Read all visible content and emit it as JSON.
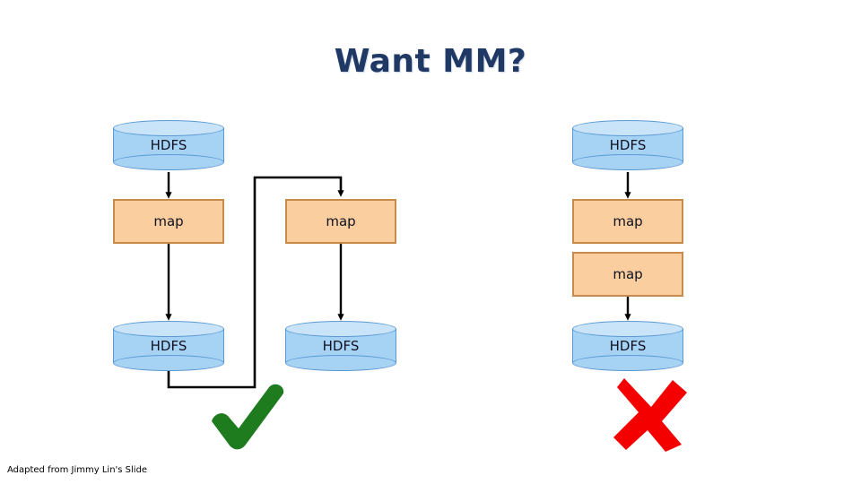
{
  "slide": {
    "title": "Want MM?",
    "footer": "Adapted from Jimmy Lin's Slide",
    "background": "#FFFFFF",
    "title_color": "#1F3864"
  },
  "palette": {
    "cylinder_fill": "#A6D2F4",
    "cylinder_top_fill": "#C9E3F8",
    "cylinder_stroke": "#5B9BD5",
    "map_fill": "#FACE9E",
    "map_stroke": "#C68B4A",
    "wire_stroke": "#000000",
    "check_color": "#1E7B1E",
    "cross_color": "#F50000"
  },
  "diagram": {
    "columns": [
      {
        "id": "left-pipeline",
        "name": "left-column",
        "verdict": "check",
        "nodes": [
          {
            "type": "hdfs",
            "label": "HDFS"
          },
          {
            "type": "map",
            "label": "map"
          },
          {
            "type": "hdfs",
            "label": "HDFS"
          }
        ]
      },
      {
        "id": "middle-pipeline",
        "name": "middle-column",
        "verdict": "none",
        "nodes": [
          {
            "type": "map",
            "label": "map"
          },
          {
            "type": "hdfs",
            "label": "HDFS"
          }
        ]
      },
      {
        "id": "right-pipeline",
        "name": "right-column",
        "verdict": "cross",
        "nodes": [
          {
            "type": "hdfs",
            "label": "HDFS"
          },
          {
            "type": "map",
            "label": "map"
          },
          {
            "type": "map",
            "label": "map"
          },
          {
            "type": "hdfs",
            "label": "HDFS"
          }
        ]
      }
    ],
    "verdict_marks": {
      "check": "✔",
      "cross": "✘"
    }
  }
}
